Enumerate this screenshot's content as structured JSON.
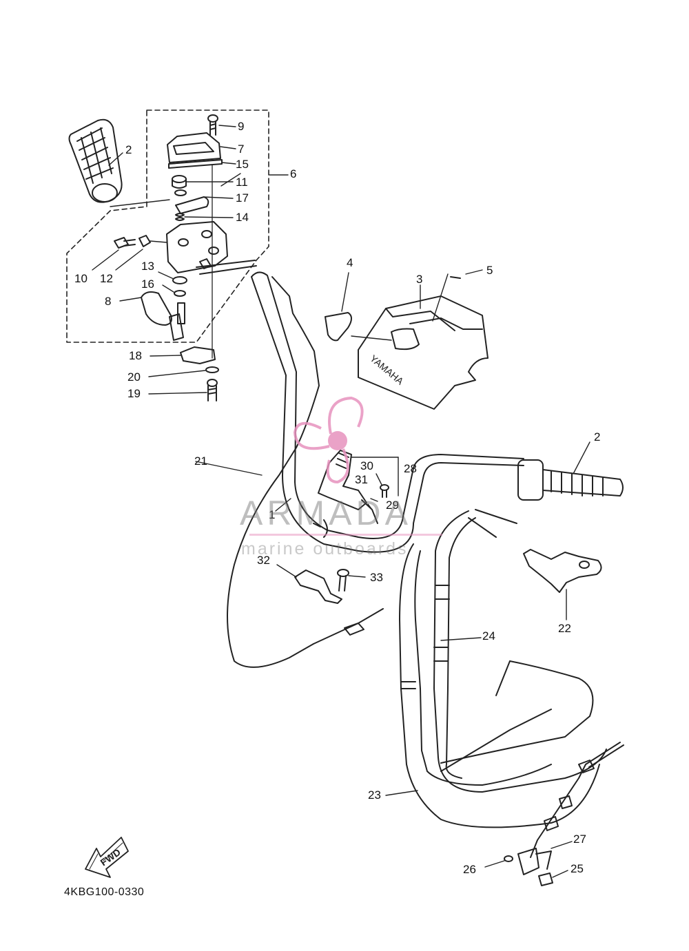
{
  "diagram": {
    "code": "4KBG100-0330",
    "brand_mark": "YAMAHA",
    "fwd_label": "FWD",
    "watermark": {
      "title": "ARMADA",
      "subtitle": "marine outboards",
      "accent_color": "#e792be"
    },
    "line_color": "#222222",
    "parts": [
      {
        "id": "p2a",
        "label": "2"
      },
      {
        "id": "p9",
        "label": "9"
      },
      {
        "id": "p7",
        "label": "7"
      },
      {
        "id": "p15",
        "label": "15"
      },
      {
        "id": "p6",
        "label": "6"
      },
      {
        "id": "p11",
        "label": "11"
      },
      {
        "id": "p17",
        "label": "17"
      },
      {
        "id": "p14",
        "label": "14"
      },
      {
        "id": "p10",
        "label": "10"
      },
      {
        "id": "p12",
        "label": "12"
      },
      {
        "id": "p13",
        "label": "13"
      },
      {
        "id": "p16",
        "label": "16"
      },
      {
        "id": "p8",
        "label": "8"
      },
      {
        "id": "p18",
        "label": "18"
      },
      {
        "id": "p20",
        "label": "20"
      },
      {
        "id": "p19",
        "label": "19"
      },
      {
        "id": "p4",
        "label": "4"
      },
      {
        "id": "p3",
        "label": "3"
      },
      {
        "id": "p5",
        "label": "5"
      },
      {
        "id": "p2b",
        "label": "2"
      },
      {
        "id": "p21",
        "label": "21"
      },
      {
        "id": "p30",
        "label": "30"
      },
      {
        "id": "p28",
        "label": "28"
      },
      {
        "id": "p31",
        "label": "31"
      },
      {
        "id": "p29",
        "label": "29"
      },
      {
        "id": "p1",
        "label": "1"
      },
      {
        "id": "p32",
        "label": "32"
      },
      {
        "id": "p33",
        "label": "33"
      },
      {
        "id": "p22",
        "label": "22"
      },
      {
        "id": "p24",
        "label": "24"
      },
      {
        "id": "p23",
        "label": "23"
      },
      {
        "id": "p27",
        "label": "27"
      },
      {
        "id": "p26",
        "label": "26"
      },
      {
        "id": "p25",
        "label": "25"
      }
    ]
  }
}
